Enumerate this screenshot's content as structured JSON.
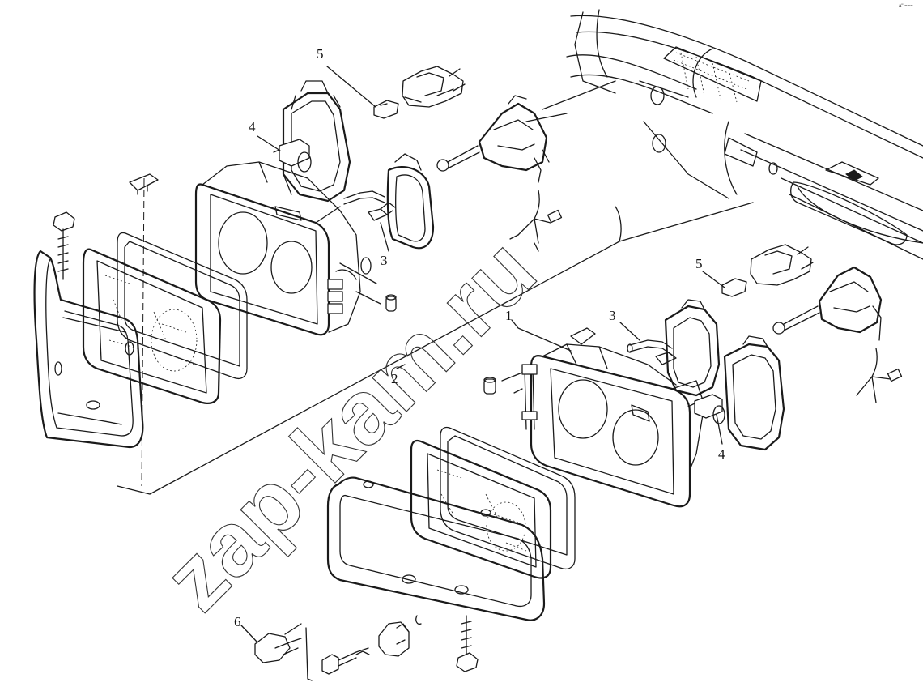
{
  "watermark": "zap-kam.ru",
  "corner_mark": "a\" ===",
  "callouts": {
    "c1": "1",
    "c2": "2",
    "c3_upper": "3",
    "c3_lower": "3",
    "c4_upper": "4",
    "c4_lower": "4",
    "c5_upper": "5",
    "c5_lower": "5",
    "c6": "6"
  }
}
